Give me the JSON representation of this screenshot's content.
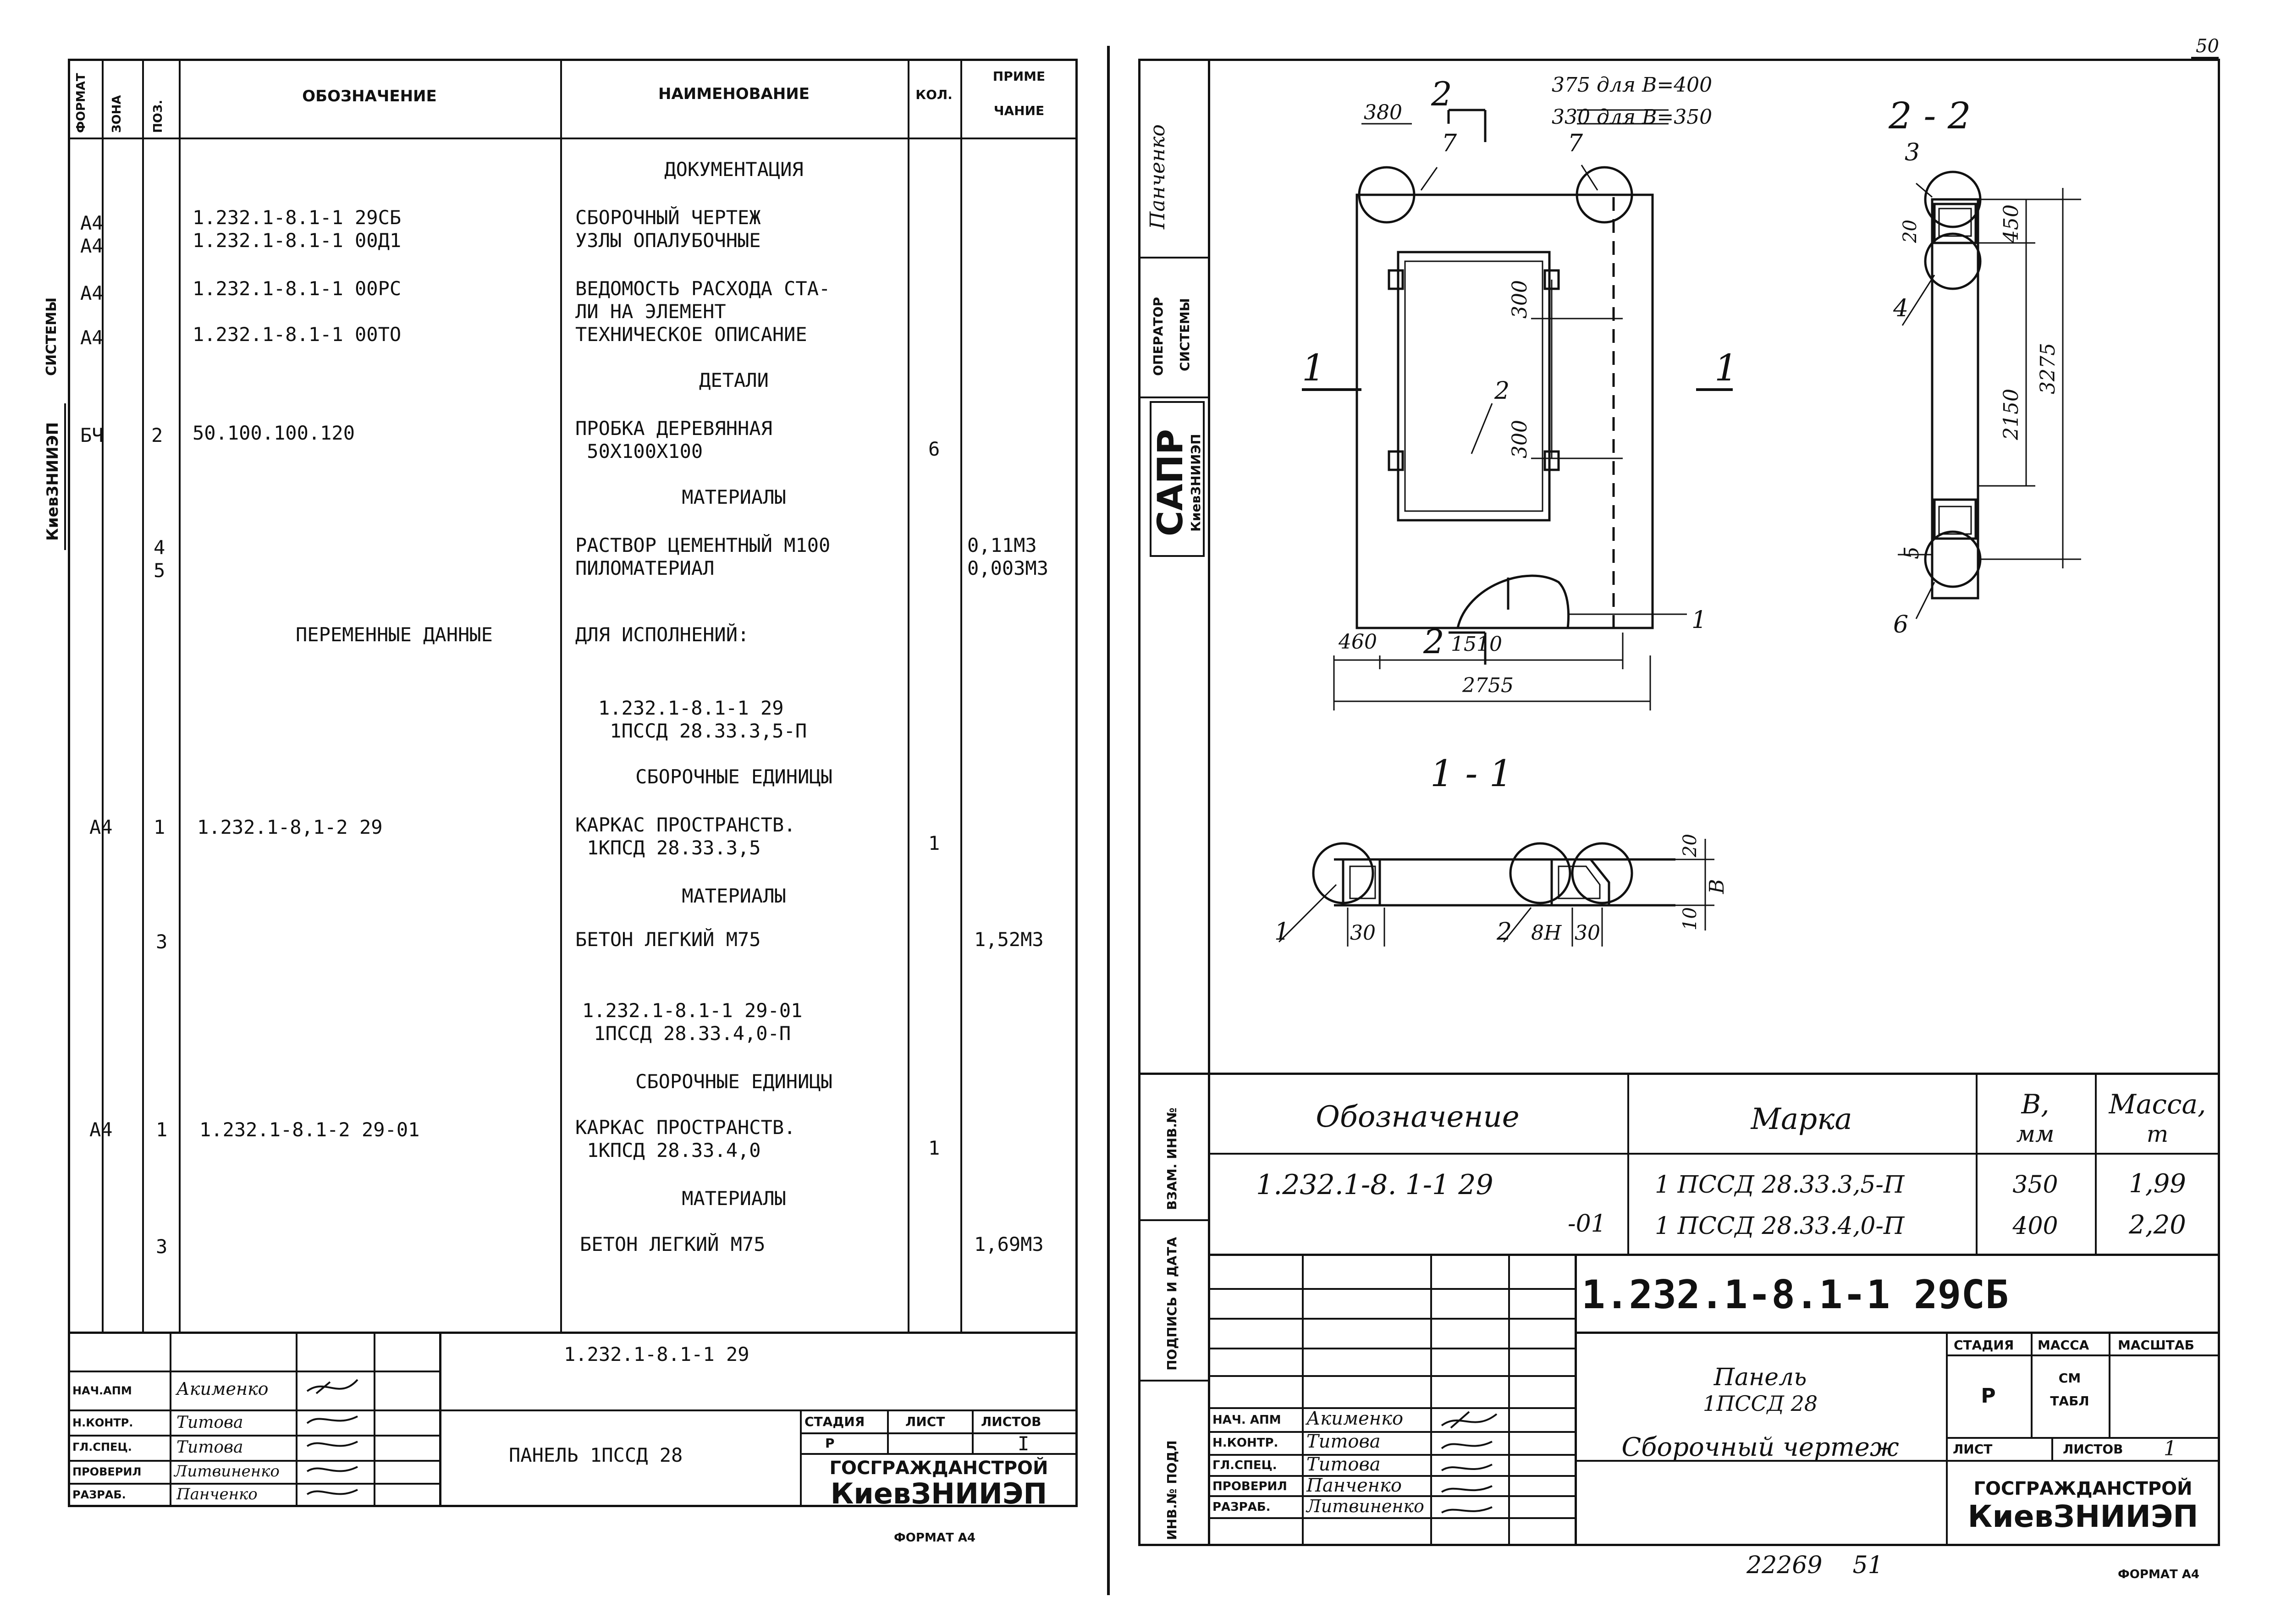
{
  "left_sheet": {
    "headers": {
      "format": "ФОРМАТ",
      "zone": "ЗОНА",
      "pos": "ПОЗ.",
      "designation": "ОБОЗНАЧЕНИЕ",
      "name": "НАИМЕНОВАНИЕ",
      "qty": "КОЛ.",
      "note_1": "ПРИМЕ",
      "note_2": "ЧАНИЕ"
    },
    "margin": {
      "inst": "КиевЗНИИЭП",
      "systems": "СИСТЕМЫ"
    },
    "rows": [
      {
        "format": "",
        "pos": "",
        "designation": "",
        "name": "ДОКУМЕНТАЦИЯ",
        "qty": "",
        "note": ""
      },
      {
        "format": "А4\nА4",
        "pos": "",
        "designation": "1.232.1-8.1-1 29СБ\n1.232.1-8.1-1 00Д1",
        "name": "СБОРОЧНЫЙ ЧЕРТЕЖ\nУЗЛЫ ОПАЛУБОЧНЫЕ",
        "qty": "",
        "note": ""
      },
      {
        "format": "А4",
        "pos": "",
        "designation": "1.232.1-8.1-1 00РС",
        "name": "ВЕДОМОСТЬ РАСХОДА СТА-\nЛИ НА ЭЛЕМЕНТ",
        "qty": "",
        "note": ""
      },
      {
        "format": "А4",
        "pos": "",
        "designation": "1.232.1-8.1-1 00ТО",
        "name": "ТЕХНИЧЕСКОЕ ОПИСАНИЕ",
        "qty": "",
        "note": ""
      },
      {
        "format": "",
        "pos": "",
        "designation": "",
        "name": "ДЕТАЛИ",
        "qty": "",
        "note": ""
      },
      {
        "format": "БЧ",
        "pos": "2",
        "designation": "50.100.100.120",
        "name": "ПРОБКА ДЕРЕВЯННАЯ\n 50Х100Х100",
        "qty": "6",
        "note": ""
      },
      {
        "format": "",
        "pos": "",
        "designation": "",
        "name": "МАТЕРИАЛЫ",
        "qty": "",
        "note": ""
      },
      {
        "format": "",
        "pos": "4\n5",
        "designation": "",
        "name": "РАСТВОР ЦЕМЕНТНЫЙ М100\nПИЛОМАТЕРИАЛ",
        "qty": "",
        "note": "0,11М3\n0,003М3"
      },
      {
        "format": "",
        "pos": "",
        "designation": "ПЕРЕМЕННЫЕ ДАННЫЕ",
        "name": "ДЛЯ ИСПОЛНЕНИЙ:",
        "qty": "",
        "note": ""
      },
      {
        "format": "",
        "pos": "",
        "designation": "",
        "name": "1.232.1-8.1-1 29\n 1ПССД 28.33.3,5-П",
        "qty": "",
        "note": ""
      },
      {
        "format": "",
        "pos": "",
        "designation": "",
        "name": "СБОРОЧНЫЕ ЕДИНИЦЫ",
        "qty": "",
        "note": ""
      },
      {
        "format": "А4",
        "pos": "1",
        "designation": "1.232.1-8,1-2 29",
        "name": "КАРКАС ПРОСТРАНСТВ.\n 1КПСД 28.33.3,5",
        "qty": "1",
        "note": ""
      },
      {
        "format": "",
        "pos": "",
        "designation": "",
        "name": "МАТЕРИАЛЫ",
        "qty": "",
        "note": ""
      },
      {
        "format": "",
        "pos": "3",
        "designation": "",
        "name": "БЕТОН ЛЕГКИЙ М75",
        "qty": "",
        "note": "1,52М3"
      },
      {
        "format": "",
        "pos": "",
        "designation": "",
        "name": "1.232.1-8.1-1 29-01\n 1ПССД 28.33.4,0-П",
        "qty": "",
        "note": ""
      },
      {
        "format": "",
        "pos": "",
        "designation": "",
        "name": "СБОРОЧНЫЕ ЕДИНИЦЫ",
        "qty": "",
        "note": ""
      },
      {
        "format": "А4",
        "pos": "1",
        "designation": "1.232.1-8.1-2 29-01",
        "name": "КАРКАС ПРОСТРАНСТВ.\n 1КПСД 28.33.4,0",
        "qty": "1",
        "note": ""
      },
      {
        "format": "",
        "pos": "",
        "designation": "",
        "name": "МАТЕРИАЛЫ",
        "qty": "",
        "note": ""
      },
      {
        "format": "",
        "pos": "3",
        "designation": "",
        "name": "БЕТОН ЛЕГКИЙ М75",
        "qty": "",
        "note": "1,69М3"
      }
    ],
    "title_block": {
      "doc_number": "1.232.1-8.1-1 29",
      "title": "ПАНЕЛЬ 1ПССД 28",
      "stage_label": "СТАДИЯ",
      "sheet_label": "ЛИСТ",
      "sheets_label": "ЛИСТОВ",
      "stage": "Р",
      "sheets": "I",
      "org": "ГОСГРАЖДАНСТРОЙ",
      "inst": "КиевЗНИИЭП",
      "roles": [
        "НАЧ.АПМ",
        "Н.КОНТР.",
        "ГЛ.СПЕЦ.",
        "ПРОВЕРИЛ",
        "РАЗРАБ."
      ],
      "names": [
        "Акименко",
        "Титова",
        "Титова",
        "Литвиненко",
        "Панченко"
      ]
    },
    "format_note": "ФОРМАТ А4"
  },
  "right_sheet": {
    "margin": {
      "person": "Панченко",
      "operator": "ОПЕРАТОР",
      "systems": "СИСТЕМЫ",
      "sapr": "САПР",
      "inst": "КиевЗНИИЭП",
      "vzam": "ВЗАМ. ИНВ.№",
      "sign_date": "ПОДПИСЬ И ДАТА",
      "inv_podl": "ИНВ.№ ПОДЛ"
    },
    "sheet_number": "50",
    "drawing": {
      "section_2": "2",
      "section_1": "1",
      "view_22": "2 - 2",
      "view_11": "1 - 1",
      "dim_380": "380",
      "dim_375": "375 для В=400",
      "dim_330": "330 для В=350",
      "dim_300a": "300",
      "dim_300b": "300",
      "dim_460": "460",
      "dim_1510": "1510",
      "dim_2755": "2755",
      "dim_2150": "2150",
      "dim_3275": "3275",
      "dim_450": "450",
      "dim_20": "20",
      "dim_20b": "20",
      "dim_10": "10",
      "dim_B": "В",
      "dim_30a": "30",
      "dim_30b": "30",
      "dim_8n": "8Н",
      "callouts": [
        "1",
        "2",
        "3",
        "4",
        "5",
        "6",
        "7",
        "7",
        "1",
        "2"
      ]
    },
    "spec_table": {
      "h_designation": "Обозначение",
      "h_mark": "Марка",
      "h_b": "В,",
      "h_b_unit": "мм",
      "h_mass": "Масса,",
      "h_mass_unit": "т",
      "row1": {
        "designation": "1.232.1-8. 1-1 29",
        "mark": "1 ПССД 28.33.3,5-П",
        "b": "350",
        "mass": "1,99"
      },
      "row2": {
        "designation": "-01",
        "mark": "1 ПССД 28.33.4,0-П",
        "b": "400",
        "mass": "2,20"
      }
    },
    "title_block": {
      "doc_number": "1.232.1-8.1-1 29СБ",
      "title_1": "Панель",
      "title_2": "1ПССД 28",
      "title_3": "Сборочный чертеж",
      "stage_label": "СТАДИЯ",
      "mass_label": "МАССА",
      "scale_label": "МАСШТАБ",
      "stage": "Р",
      "mass_1": "СМ",
      "mass_2": "ТАБЛ",
      "sheet_label": "ЛИСТ",
      "sheets_label": "ЛИСТОВ",
      "sheets": "1",
      "org": "ГОСГРАЖДАНСТРОЙ",
      "inst": "КиевЗНИИЭП",
      "roles": [
        "НАЧ. АПМ",
        "Н.КОНТР.",
        "ГЛ.СПЕЦ.",
        "ПРОВЕРИЛ",
        "РАЗРАБ."
      ],
      "names": [
        "Акименко",
        "Титова",
        "Титова",
        "Панченко",
        "Литвиненко"
      ]
    },
    "footer_numbers": "22269    51",
    "format_note": "ФОРМАТ А4"
  }
}
